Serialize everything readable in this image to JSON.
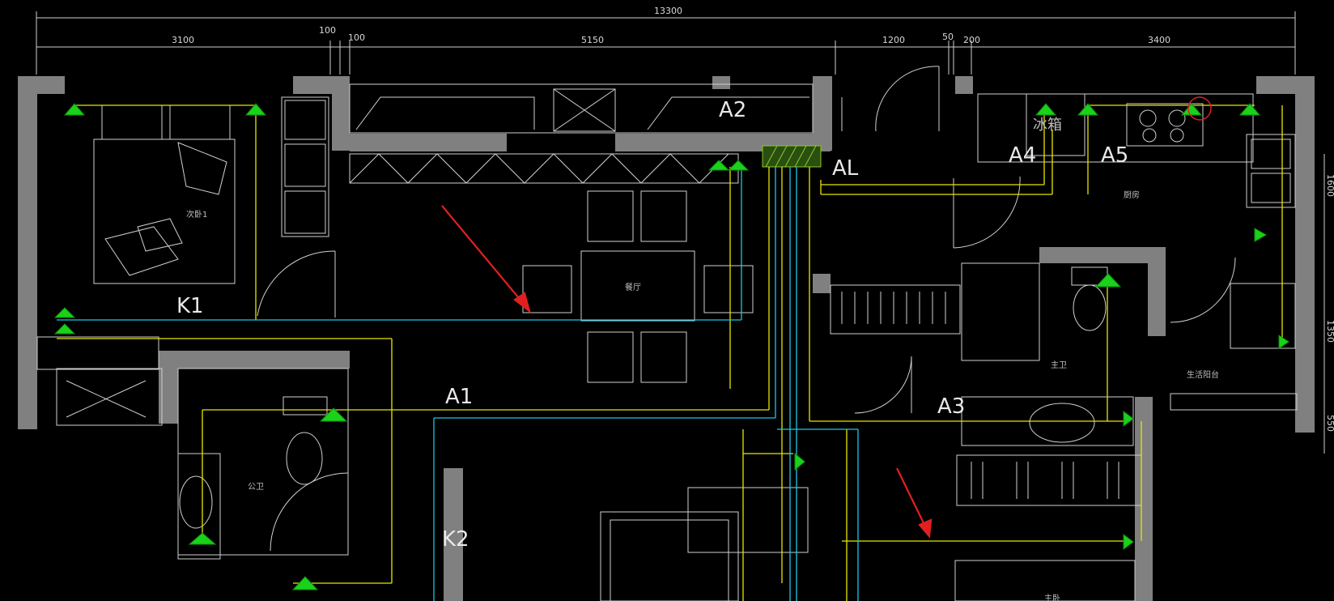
{
  "dimensions": {
    "overall": "13300",
    "segments": [
      "3100",
      "100",
      "100",
      "5150",
      "1200",
      "50",
      "200",
      "3400"
    ],
    "right_side": [
      "1600",
      "1350",
      "550"
    ]
  },
  "rooms": {
    "secondary_bedroom": "次卧1",
    "dining_room": "餐厅",
    "kitchen": "厨房",
    "refrigerator": "冰箱",
    "master_bath": "主卫",
    "public_bath": "公卫",
    "utility_balcony": "生活阳台",
    "master_bedroom": "主卧"
  },
  "circuits": {
    "k1": "K1",
    "a1": "A1",
    "a2": "A2",
    "al": "AL",
    "a3": "A3",
    "a4": "A4",
    "a5": "A5",
    "k2": "K2"
  },
  "colors": {
    "background": "#000000",
    "wall": "#808080",
    "lighting_wire": "#e6e600",
    "socket_wire": "#19c8e6",
    "fixture": "#19d219",
    "annotation_arrow": "#e02020"
  }
}
